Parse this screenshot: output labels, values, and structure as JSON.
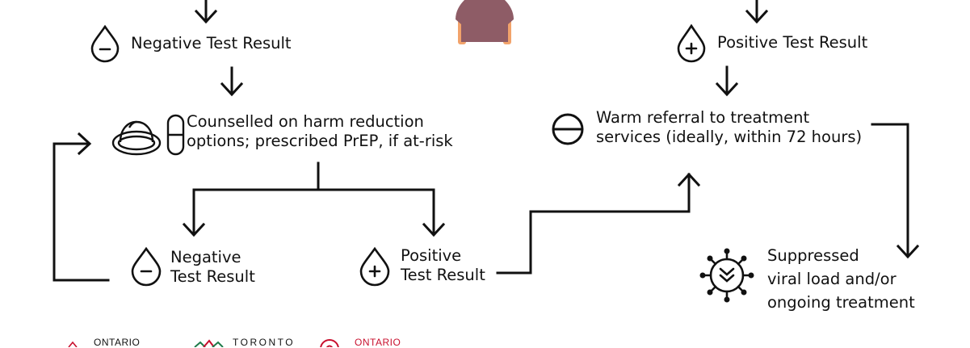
{
  "nodes": {
    "top_left_result": "Negative Test Result",
    "top_right_result": "Positive Test Result",
    "counselled_line1": "Counselled on harm reduction",
    "counselled_line2": "options; prescribed PrEP, if at-risk",
    "referral_line1": "Warm referral to treatment",
    "referral_line2": "services (ideally, within 72 hours)",
    "negative_line1": "Negative",
    "negative_line2": "Test Result",
    "positive_line1": "Positive",
    "positive_line2": "Test Result",
    "suppressed_line1": "Suppressed",
    "suppressed_line2": "viral load and/or",
    "suppressed_line3": "ongoing treatment"
  },
  "logos": {
    "logo1": "ONTARIO",
    "logo2": "TORONTO",
    "logo3": "ONTARIO"
  },
  "colors": {
    "line": "#111111",
    "shirt": "#8e5c66",
    "skin": "#f2a36b",
    "logo_red": "#c8102e"
  }
}
